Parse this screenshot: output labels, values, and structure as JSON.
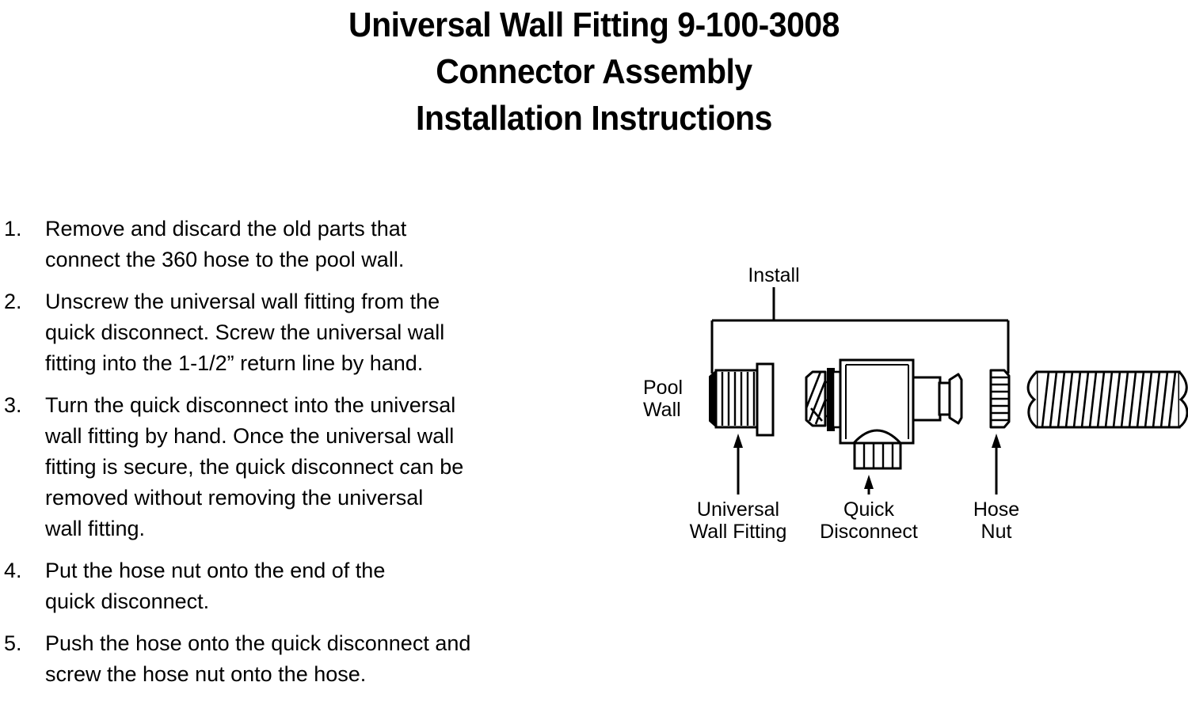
{
  "document": {
    "title_lines": [
      "Universal Wall Fitting 9-100-3008",
      "Connector Assembly",
      "Installation Instructions"
    ]
  },
  "instructions": {
    "steps": [
      {
        "number": "1.",
        "lines": [
          "Remove and discard the old parts that",
          "connect the 360 hose to the pool wall."
        ]
      },
      {
        "number": "2.",
        "lines": [
          "Unscrew the universal wall fitting from the",
          "quick disconnect. Screw the universal wall",
          "fitting into the 1-1/2” return line by hand."
        ]
      },
      {
        "number": "3.",
        "lines": [
          "Turn the quick disconnect into the universal",
          "wall fitting by hand. Once the universal wall",
          "fitting is secure, the quick disconnect can be",
          "removed without removing the universal",
          "wall fitting."
        ]
      },
      {
        "number": "4.",
        "lines": [
          "Put the hose nut onto the end of the",
          "quick disconnect."
        ]
      },
      {
        "number": "5.",
        "lines": [
          "Push the hose onto the quick disconnect and",
          "screw the hose nut onto the hose."
        ]
      }
    ]
  },
  "diagram": {
    "bracket_label": "Install",
    "pool_wall_label": {
      "line1": "Pool",
      "line2": "Wall"
    },
    "callouts": [
      {
        "line1": "Universal",
        "line2": "Wall Fitting"
      },
      {
        "line1": "Quick",
        "line2": "Disconnect"
      },
      {
        "line1": "Hose",
        "line2": "Nut"
      }
    ],
    "parts": [
      "universal-wall-fitting",
      "quick-disconnect",
      "hose-nut",
      "hose"
    ],
    "colors": {
      "line": "#000000",
      "fill": "#ffffff",
      "oring": "#000000",
      "background": "#ffffff"
    }
  }
}
